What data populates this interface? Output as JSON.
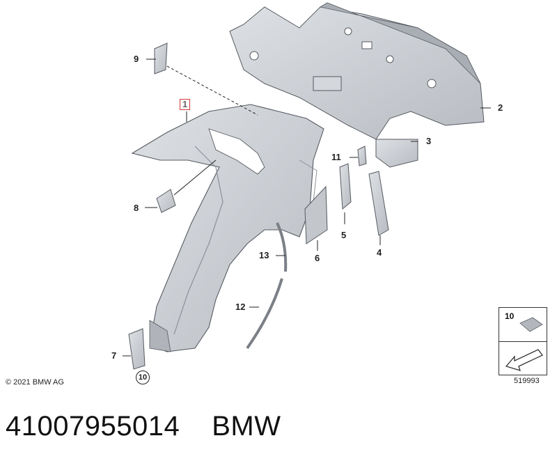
{
  "callouts": {
    "c1": "1",
    "c2": "2",
    "c3": "3",
    "c4": "4",
    "c5": "5",
    "c6": "6",
    "c7": "7",
    "c8": "8",
    "c9": "9",
    "c10": "10",
    "c11": "11",
    "c12": "12",
    "c13": "13"
  },
  "inset": {
    "label": "10"
  },
  "copyright": "© 2021 BMW AG",
  "diagram_id": "519993",
  "footer": {
    "part_number": "41007955014",
    "brand": "BMW"
  },
  "colors": {
    "part_fill": "#c9ccd1",
    "part_stroke": "#555a60",
    "highlight_box": "#d23a3a"
  },
  "icons": [
    "arrow-icon",
    "pad-icon"
  ]
}
